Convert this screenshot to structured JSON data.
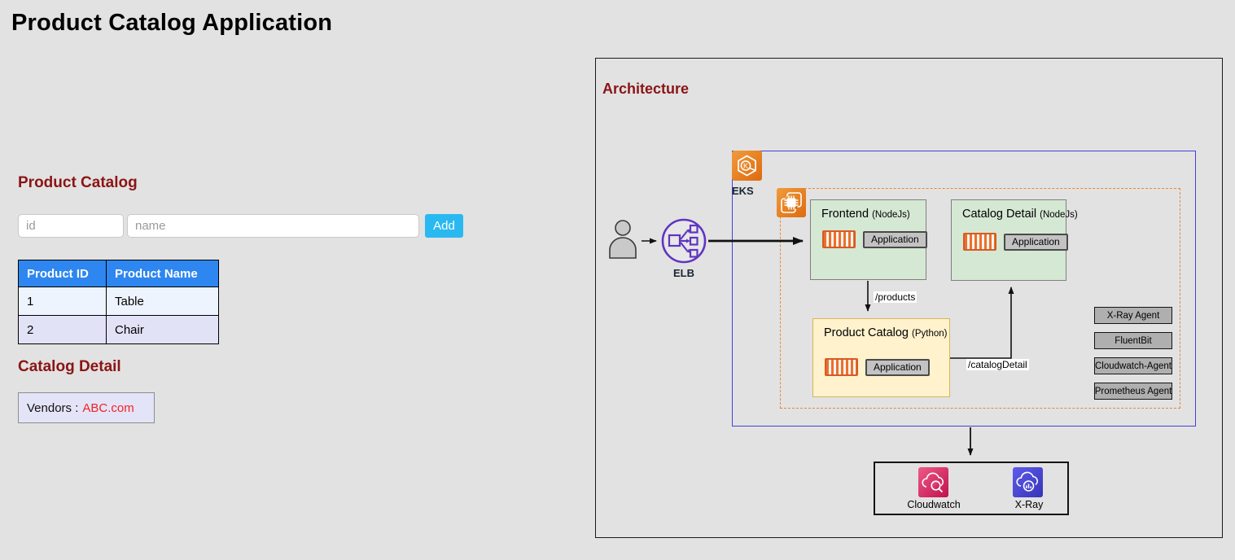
{
  "page": {
    "title": "Product Catalog Application"
  },
  "catalog_section": {
    "heading": "Product Catalog",
    "id_placeholder": "id",
    "name_placeholder": "name",
    "add_button": "Add",
    "table": {
      "headers": [
        "Product ID",
        "Product Name"
      ],
      "rows": [
        [
          "1",
          "Table"
        ],
        [
          "2",
          "Chair"
        ]
      ]
    }
  },
  "detail_section": {
    "heading": "Catalog Detail",
    "vendors_label": "Vendors :",
    "vendor_link": "ABC.com"
  },
  "architecture": {
    "heading": "Architecture",
    "eks_label": "EKS",
    "eks_icon_letter": "K",
    "elb_label": "ELB",
    "services": {
      "frontend": {
        "title": "Frontend",
        "runtime": "(NodeJs)",
        "app_label": "Application"
      },
      "catalog_detail": {
        "title": "Catalog Detail",
        "runtime": "(NodeJs)",
        "app_label": "Application"
      },
      "product_catalog": {
        "title": "Product Catalog",
        "runtime": "(Python)",
        "app_label": "Application"
      }
    },
    "routes": {
      "products": "/products",
      "catalog_detail": "/catalogDetail"
    },
    "agents": [
      "X-Ray Agent",
      "FluentBit",
      "Cloudwatch-Agent",
      "Prometheus Agent"
    ],
    "monitoring": {
      "cloudwatch_label": "Cloudwatch",
      "xray_label": "X-Ray"
    }
  },
  "colors": {
    "heading_maroon": "#8b1414",
    "add_button_blue": "#29b9f0",
    "table_header_blue": "#2e86f0",
    "vendor_link_red": "#f22222",
    "eks_cluster_blue": "#4340e0",
    "namespace_orange": "#ec8430",
    "aws_orange": "#e8701a",
    "elb_purple": "#5f35c0",
    "cloudwatch_pink": "#c01250",
    "xray_indigo": "#4340cc"
  }
}
